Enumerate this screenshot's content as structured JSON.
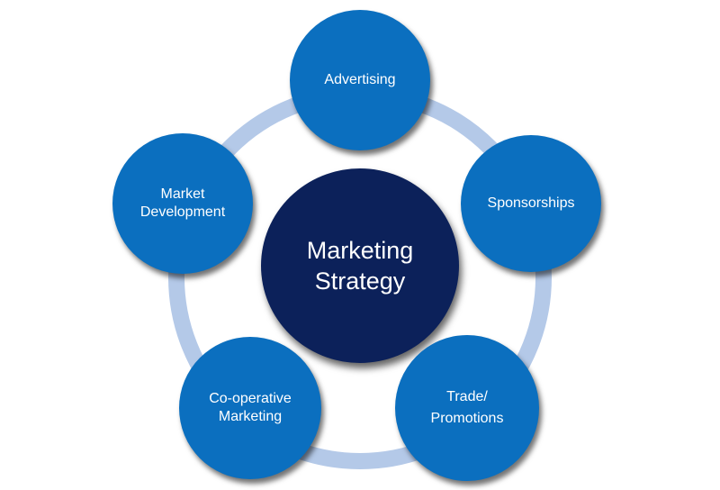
{
  "colors": {
    "ring": "#b4c9e8",
    "outer_node": "#0b6fbf",
    "center_node": "#0c215a",
    "text": "#ffffff"
  },
  "center": {
    "lines": [
      "Marketing",
      "Strategy"
    ]
  },
  "nodes": {
    "advertising": {
      "lines": [
        "Advertising"
      ]
    },
    "sponsorships": {
      "lines": [
        "Sponsorships"
      ]
    },
    "trade": {
      "lines": [
        "Trade/",
        "Promotions"
      ]
    },
    "cooperative": {
      "lines": [
        "Co-operative",
        "Marketing"
      ]
    },
    "market": {
      "lines": [
        "Market",
        "Development"
      ]
    }
  }
}
